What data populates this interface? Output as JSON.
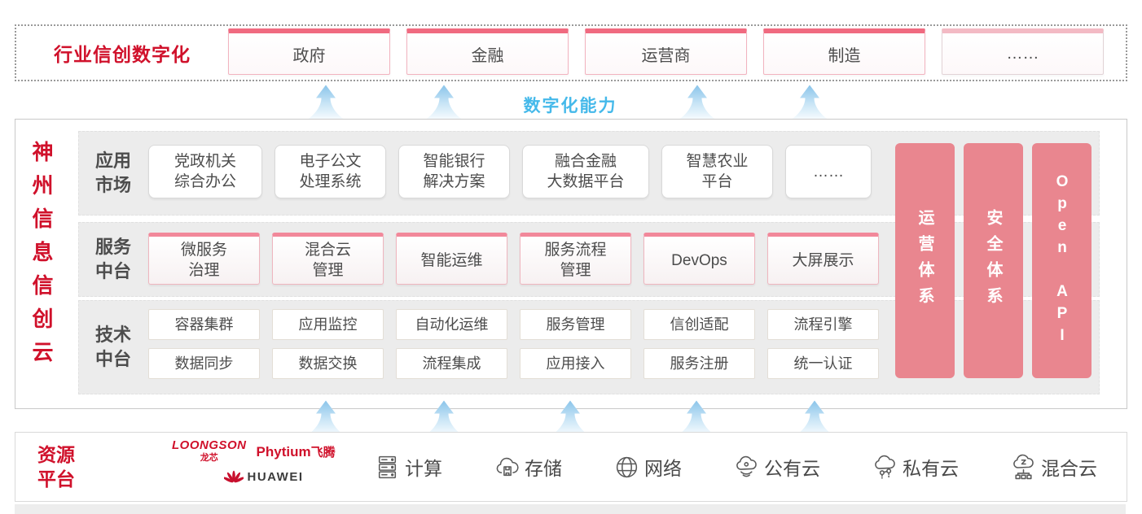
{
  "colors": {
    "brand_red": "#d0112b",
    "pink_bar": "#e9868f",
    "capability_blue": "#45b9ea",
    "accent_pink_top": "#f06a80"
  },
  "top_banner": {
    "title": "行业信创数字化",
    "industries": [
      "政府",
      "金融",
      "运营商",
      "制造",
      "……"
    ]
  },
  "capability": {
    "label": "数字化能力"
  },
  "platform": {
    "title": "神州信息信创云",
    "app_row": {
      "label": "应用\n市场",
      "items": [
        "党政机关\n综合办公",
        "电子公文\n处理系统",
        "智能银行\n解决方案",
        "融合金融\n大数据平台",
        "智慧农业\n平台",
        "……"
      ]
    },
    "service_row": {
      "label": "服务\n中台",
      "items": [
        "微服务\n治理",
        "混合云\n管理",
        "智能运维",
        "服务流程\n管理",
        "DevOps",
        "大屏展示"
      ]
    },
    "tech_row": {
      "label": "技术\n中台",
      "row1": [
        "容器集群",
        "应用监控",
        "自动化运维",
        "服务管理",
        "信创适配",
        "流程引擎"
      ],
      "row2": [
        "数据同步",
        "数据交换",
        "流程集成",
        "应用接入",
        "服务注册",
        "统一认证"
      ]
    },
    "side_bars": [
      "运营体系",
      "安全体系",
      "Open API"
    ]
  },
  "resources": {
    "title": "资源\n平台",
    "vendors": {
      "loongson": {
        "name": "LOONGSON",
        "sub": "龙芯"
      },
      "phytium": {
        "name": "Phytium",
        "sub": "飞腾"
      },
      "huawei": {
        "name": "HUAWEI"
      }
    },
    "items": [
      {
        "label": "计算",
        "icon": "server-icon"
      },
      {
        "label": "存储",
        "icon": "storage-cloud-icon"
      },
      {
        "label": "网络",
        "icon": "network-globe-icon"
      },
      {
        "label": "公有云",
        "icon": "public-cloud-icon"
      },
      {
        "label": "私有云",
        "icon": "private-cloud-icon"
      },
      {
        "label": "混合云",
        "icon": "hybrid-cloud-icon"
      }
    ]
  }
}
